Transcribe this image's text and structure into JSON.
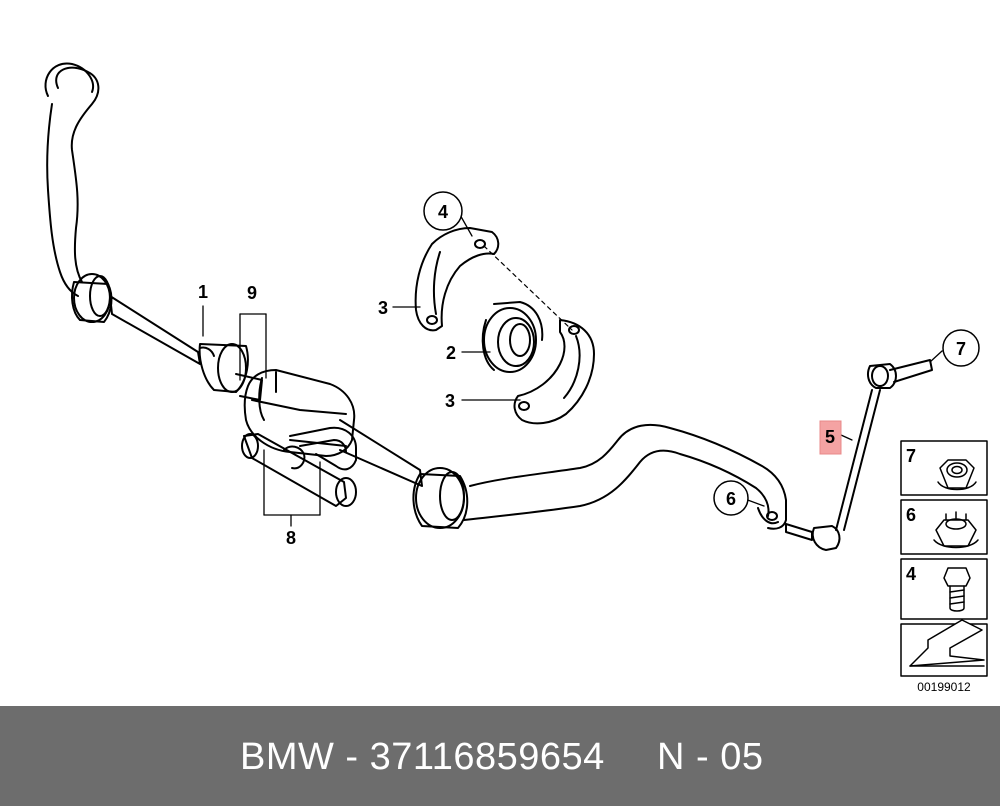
{
  "diagram": {
    "callouts": {
      "c1": "1",
      "c9": "9",
      "c8": "8",
      "c4": "4",
      "c3a": "3",
      "c2": "2",
      "c3b": "3",
      "c6": "6",
      "c7": "7",
      "c5": "5"
    },
    "legend": {
      "item7": "7",
      "item6": "6",
      "item4": "4"
    },
    "reference": "00199012",
    "highlight_color": "#f4a3a3"
  },
  "footer": {
    "brand": "BMW - 37116859654",
    "code": "N - 05",
    "background": "#6d6d6d"
  }
}
